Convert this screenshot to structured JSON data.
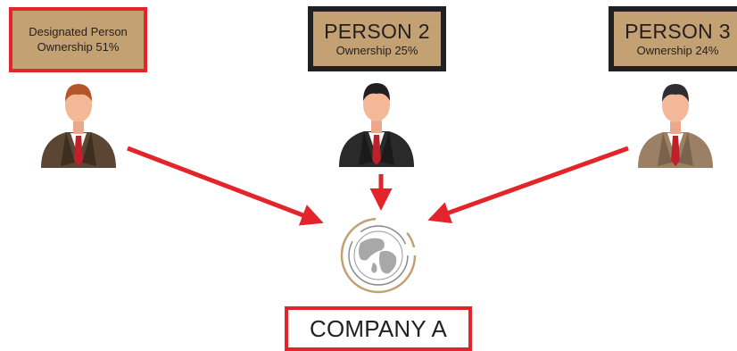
{
  "persons": [
    {
      "name": "Designated Person",
      "ownership": "Ownership 51%"
    },
    {
      "name": "PERSON 2",
      "ownership": "Ownership 25%"
    },
    {
      "name": "PERSON 3",
      "ownership": "Ownership 24%"
    }
  ],
  "company": {
    "name": "COMPANY A"
  },
  "colors": {
    "arrow": "#e4242b",
    "highlight_border": "#e4242b",
    "default_border": "#231f20",
    "label_fill": "#c3a172"
  },
  "icons": [
    "person-icon",
    "globe-icon"
  ]
}
